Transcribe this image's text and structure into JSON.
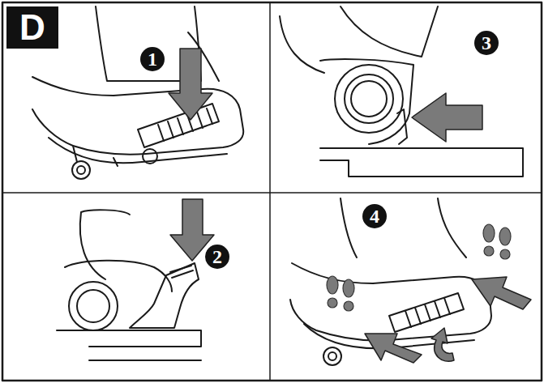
{
  "diagram": {
    "labels": [
      "D",
      "1",
      "3",
      "2",
      "4"
    ]
  }
}
